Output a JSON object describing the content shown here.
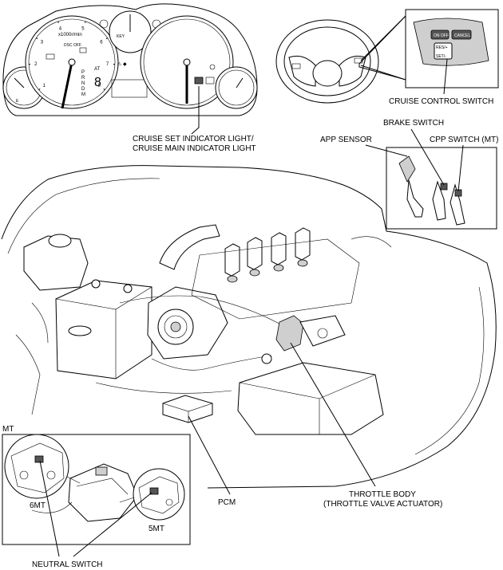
{
  "labels": {
    "cruise_control_switch": "CRUISE CONTROL SWITCH",
    "indicator_line1": "CRUISE SET INDICATOR LIGHT/",
    "indicator_line2": "CRUISE MAIN INDICATOR LIGHT",
    "app_sensor": "APP SENSOR",
    "brake_switch": "BRAKE SWITCH",
    "cpp_switch": "CPP SWITCH (MT)",
    "pcm": "PCM",
    "throttle_line1": "THROTTLE BODY",
    "throttle_line2": "(THROTTLE VALVE ACTUATOR)",
    "mt": "MT",
    "six_mt": "6MT",
    "five_mt": "5MT",
    "neutral_switch": "NEUTRAL SWITCH"
  },
  "cluster": {
    "tacho_unit": "x1000r/min",
    "gear_prnd": [
      "P",
      "R",
      "N",
      "D",
      "M"
    ],
    "at_label": "AT",
    "gear_digit": "8",
    "key_label": "KEY",
    "dsc_label": "DSC OFF",
    "tacho_ticks": [
      "1",
      "2",
      "3",
      "4",
      "5",
      "6",
      "7",
      "8"
    ]
  },
  "switch_buttons": {
    "on_off": "ON OFF",
    "cancel": "CANCEL",
    "res": "RES/+",
    "set": "SET/-"
  }
}
